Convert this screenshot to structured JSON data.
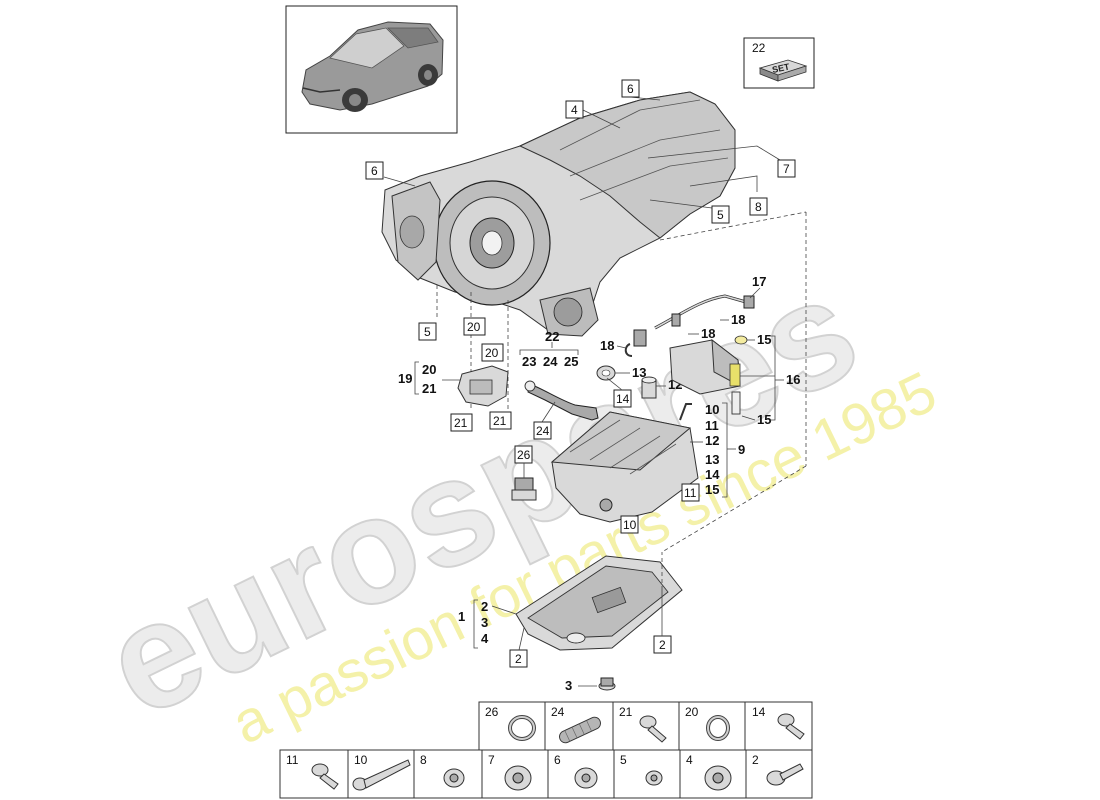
{
  "watermark": {
    "brand": "eurospares",
    "tagline": "a passion for parts since 1985"
  },
  "set_box": {
    "number": "22",
    "label": "SET"
  },
  "callouts": {
    "c4": "4",
    "c6a": "6",
    "c6b": "6",
    "c7": "7",
    "c8": "8",
    "c5a": "5",
    "c5b": "5",
    "c20a": "20",
    "c20b": "20",
    "c21a": "21",
    "c21b": "21",
    "c14": "14",
    "c24": "24",
    "c26": "26",
    "c10": "10",
    "c11": "11",
    "c2a": "2",
    "c2b": "2"
  },
  "labels": {
    "l17": "17",
    "l18a": "18",
    "l18b": "18",
    "l18c": "18",
    "l15a": "15",
    "l15b": "15",
    "l16": "16",
    "l13": "13",
    "l12": "12",
    "l22": "22",
    "l23": "23",
    "l24": "24",
    "l25": "25",
    "l19": "19",
    "l19_20": "20",
    "l19_21": "21",
    "l9": "9",
    "l9_10": "10",
    "l9_11": "11",
    "l9_12": "12",
    "l9_13": "13",
    "l9_14": "14",
    "l9_15": "15",
    "l1": "1",
    "l1_2": "2",
    "l1_3": "3",
    "l1_4": "4",
    "l3": "3"
  },
  "parts_table": {
    "row1": [
      "26",
      "24",
      "21",
      "20",
      "14"
    ],
    "row2": [
      "11",
      "10",
      "8",
      "7",
      "6",
      "5",
      "4",
      "2"
    ]
  }
}
